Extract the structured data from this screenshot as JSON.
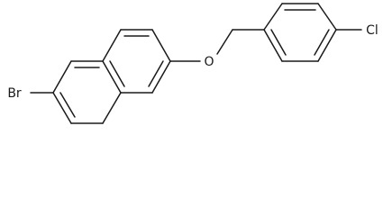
{
  "molecule": {
    "atoms": {
      "bromine": "Br",
      "oxygen": "O",
      "chlorine": "Cl"
    },
    "background_color": "#ffffff",
    "bond_color": "#1a1a1a"
  }
}
